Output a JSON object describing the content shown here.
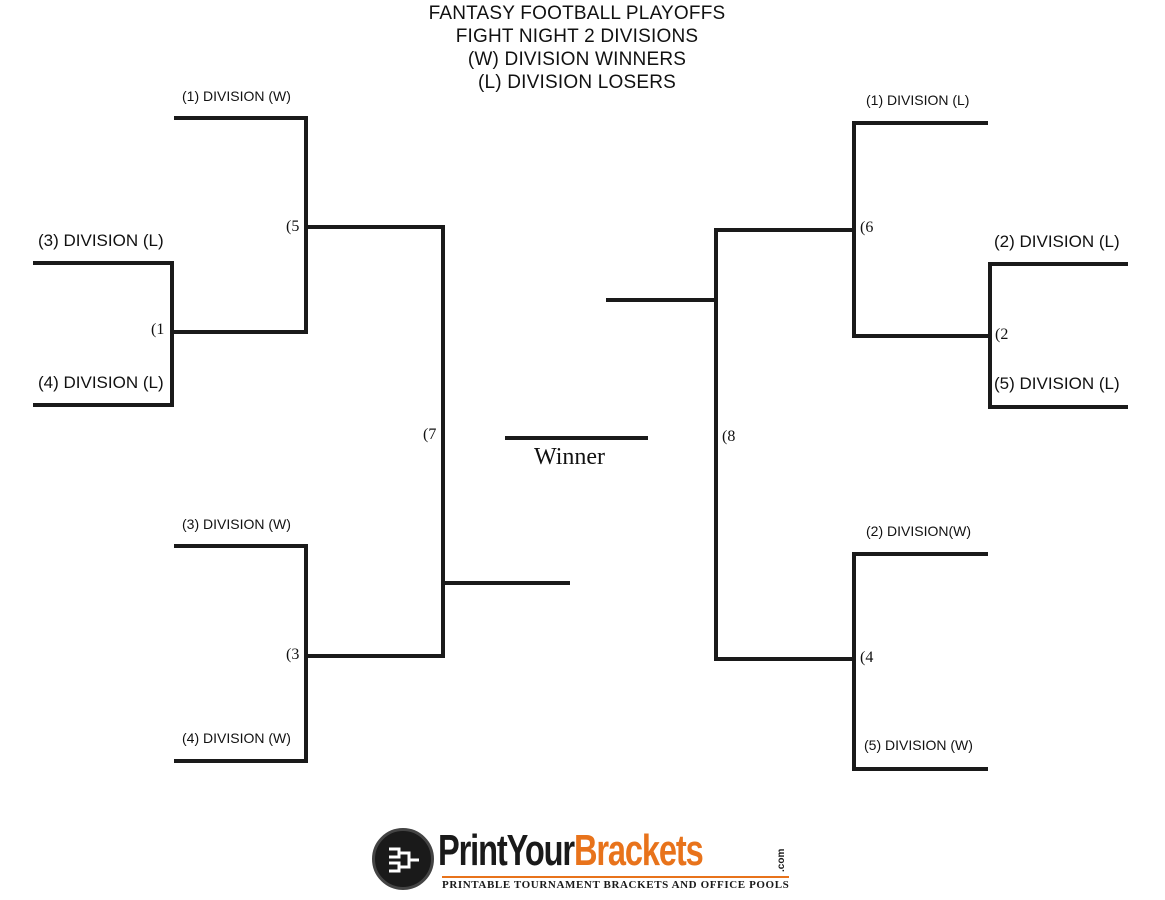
{
  "title": {
    "line1": "FANTASY FOOTBALL PLAYOFFS",
    "line2": "FIGHT NIGHT 2 DIVISIONS",
    "line3": "(W) DIVISION WINNERS",
    "line4": "(L) DIVISION LOSERS"
  },
  "left_bracket": {
    "slot_1": "(1) DIVISION (W)",
    "slot_2": "(3) DIVISION (L)",
    "slot_3": "(4) DIVISION (L)",
    "slot_4": "(3) DIVISION (W)",
    "slot_5": "(4) DIVISION (W)",
    "game_1": "(1",
    "game_5": "(5",
    "game_3": "(3",
    "game_7": "(7"
  },
  "right_bracket": {
    "slot_1": "(1) DIVISION (L)",
    "slot_2": "(2) DIVISION (L)",
    "slot_3": "(5) DIVISION (L)",
    "slot_4": "(2) DIVISION(W)",
    "slot_5": "(5) DIVISION (W)",
    "game_2": "(2",
    "game_6": "(6",
    "game_4": "(4",
    "game_8": "(8"
  },
  "winner_label": "Winner",
  "logo": {
    "name_part1": "Print",
    "name_part2": "Your",
    "name_part3": "Brackets",
    "tld": ".com",
    "tagline": "PRINTABLE TOURNAMENT BRACKETS AND OFFICE POOLS",
    "icon": "bracket-icon",
    "accent_color": "#e8731b"
  },
  "colors": {
    "line": "#1a1a1a",
    "background": "#ffffff"
  }
}
